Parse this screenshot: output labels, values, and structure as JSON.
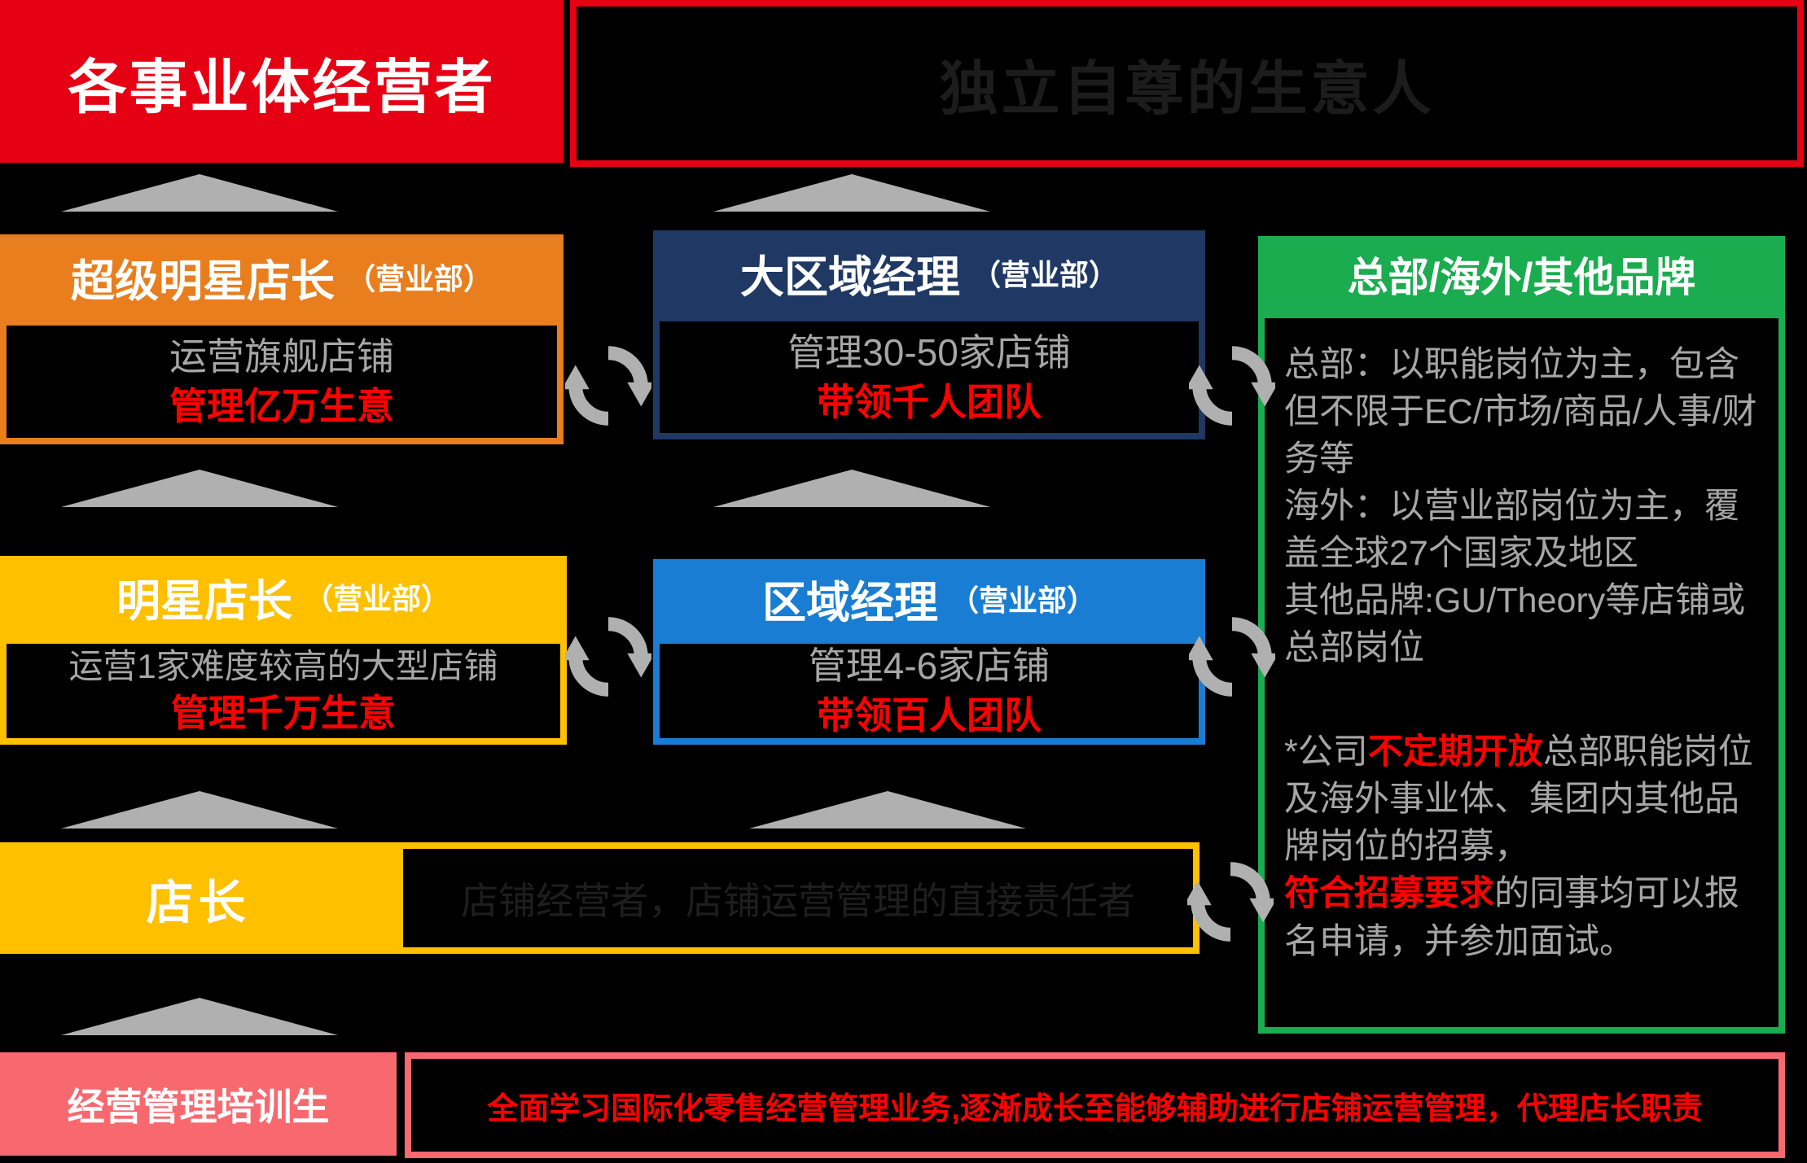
{
  "palette": {
    "background": "#000000",
    "red": "#E60014",
    "orange": "#E87E1E",
    "navy": "#1F3864",
    "gold": "#FFC000",
    "blue": "#1A7DD4",
    "green": "#1BAC50",
    "pink": "#F8696F",
    "gray_text": "#A6A6A6",
    "red_text": "#FF0000",
    "muted_dark_text": "#1C1C1C",
    "arrow_gray": "#B0B0B0"
  },
  "top_row": {
    "business_owner_label": "各事业体经营者",
    "slogan": "独立自尊的生意人"
  },
  "left_column": {
    "row1": {
      "title": "超级明星店长",
      "dept": "（营业部）",
      "line1": "运营旗舰店铺",
      "line2": "管理亿万生意"
    },
    "row2": {
      "title": "明星店长",
      "dept": "（营业部）",
      "line1": "运营1家难度较高的大型店铺",
      "line2": "管理千万生意"
    }
  },
  "middle_column": {
    "row1": {
      "title": "大区域经理",
      "dept": "（营业部）",
      "line1": "管理30-50家店铺",
      "line2": "带领千人团队"
    },
    "row2": {
      "title": "区域经理",
      "dept": "（营业部）",
      "line1": "管理4-6家店铺",
      "line2": "带领百人团队"
    }
  },
  "right_column": {
    "title": "总部/海外/其他品牌",
    "paragraph_hq": "总部：以职能岗位为主，包含但不限于EC/市场/商品/人事/财务等",
    "paragraph_overseas": "海外：以营业部岗位为主，覆盖全球27个国家及地区",
    "paragraph_other_brands": "其他品牌:GU/Theory等店铺或总部岗位",
    "note": {
      "seg1": "*公司",
      "seg2_red": "不定期开放",
      "seg3": "总部职能岗位及海外事业体、集团内其他品牌岗位的招募，",
      "seg4_red": "符合招募要求",
      "seg5": "的同事均可以报名申请，并参加面试。"
    }
  },
  "store_manager_row": {
    "label": "店长",
    "description": "店铺经营者，店铺运营管理的直接责任者"
  },
  "trainee_row": {
    "label": "经营管理培训生",
    "description": "全面学习国际化零售经营管理业务,逐渐成长至能够辅助进行店铺运营管理，代理店长职责"
  }
}
